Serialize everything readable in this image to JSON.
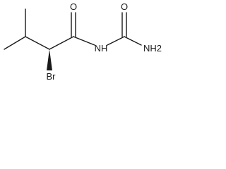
{
  "molecule": {
    "atoms": {
      "carbonyl_oxygen_left": "O",
      "carbonyl_oxygen_right": "O",
      "amide_nitrogen": "NH",
      "amine_group": "NH2",
      "bromine": "Br"
    }
  },
  "colors": {
    "bond": "#1a1a1a",
    "label": "#1a1a1a",
    "background": "#ffffff"
  }
}
